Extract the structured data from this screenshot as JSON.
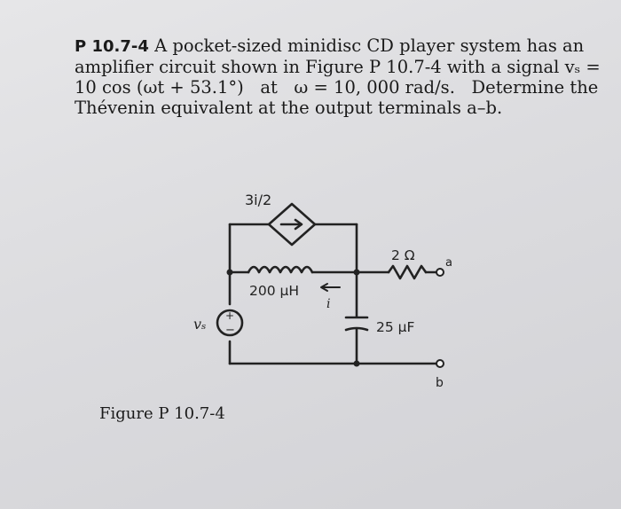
{
  "problem": {
    "number": "P 10.7-4",
    "line1": "A pocket-sized minidisc CD player system has an",
    "line2": "amplifier circuit shown in Figure P 10.7-4 with a signal vₛ =",
    "line3a": "10 cos (ωt + 53.1°)",
    "line3b": "at",
    "line3c": "ω = 10, 000 rad/s.",
    "line3d": "Determine the",
    "line4": "Thévenin equivalent at the output terminals a–b."
  },
  "figure": {
    "caption": "Figure P 10.7-4",
    "labels": {
      "dependent_source": "3i/2",
      "inductor": "200 μH",
      "current": "i",
      "source": "vₛ",
      "plus": "+",
      "minus": "−",
      "resistor": "2 Ω",
      "capacitor": "25 μF",
      "terminal_a": "a",
      "terminal_b": "b"
    }
  }
}
